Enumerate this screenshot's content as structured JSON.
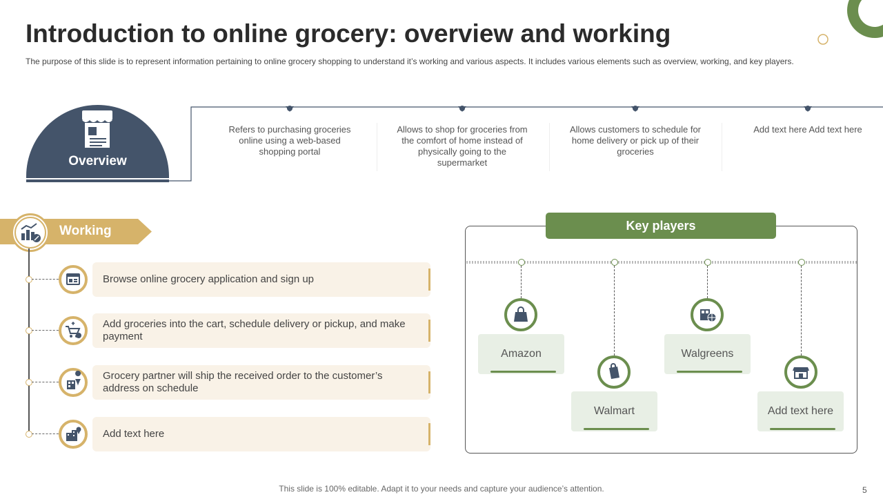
{
  "slide": {
    "title": "Introduction to online grocery: overview and working",
    "subtitle": "The purpose of this slide is to represent information pertaining to online grocery shopping to understand it’s working and various aspects. It includes various elements such as overview, working, and key players.",
    "footer": "This slide is 100% editable. Adapt it to your needs and capture your audience’s attention.",
    "page_number": "5"
  },
  "colors": {
    "navy": "#44546a",
    "gold": "#d6b36a",
    "green": "#6b8e4e",
    "cream": "#f9f2e7",
    "mint": "#e8efe5"
  },
  "overview": {
    "label": "Overview",
    "icon": "store-icon",
    "items": [
      {
        "text": "Refers to purchasing groceries online using a web-based shopping portal"
      },
      {
        "text": "Allows to shop for groceries from the comfort of home instead of physically going to the supermarket"
      },
      {
        "text": "Allows customers to schedule for home delivery or pick up of their groceries"
      },
      {
        "text": "Add text here Add text here"
      }
    ]
  },
  "working": {
    "label": "Working",
    "icon": "analytics-icon",
    "steps": [
      {
        "text": "Browse online grocery application and sign up",
        "icon": "browser-window-icon"
      },
      {
        "text": "Add groceries into the cart, schedule delivery or pickup, and make payment",
        "icon": "cart-payment-icon"
      },
      {
        "text": "Grocery partner will ship the received order to the customer’s address on schedule",
        "icon": "location-building-icon"
      },
      {
        "text": "Add text here",
        "icon": "city-location-icon"
      }
    ]
  },
  "key_players": {
    "title": "Key players",
    "players": [
      {
        "name": "Amazon",
        "icon": "shopping-bag-icon"
      },
      {
        "name": "Walmart",
        "icon": "shopping-bag-icon"
      },
      {
        "name": "Walgreens",
        "icon": "shop-globe-icon"
      },
      {
        "name": "Add text here",
        "icon": "storefront-icon"
      }
    ]
  }
}
